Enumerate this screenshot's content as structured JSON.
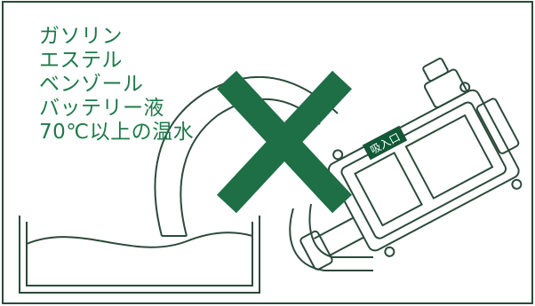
{
  "warning_liquids": [
    "ガソリン",
    "エステル",
    "ベンゾール",
    "バッテリー液",
    "70℃以上の温水"
  ],
  "pump_label": "吸入口",
  "colors": {
    "line": "#2c4a3a",
    "text": "#1f7a4a",
    "prohibit_mark": "#1e6e46",
    "label_fill": "#0f5a36"
  }
}
